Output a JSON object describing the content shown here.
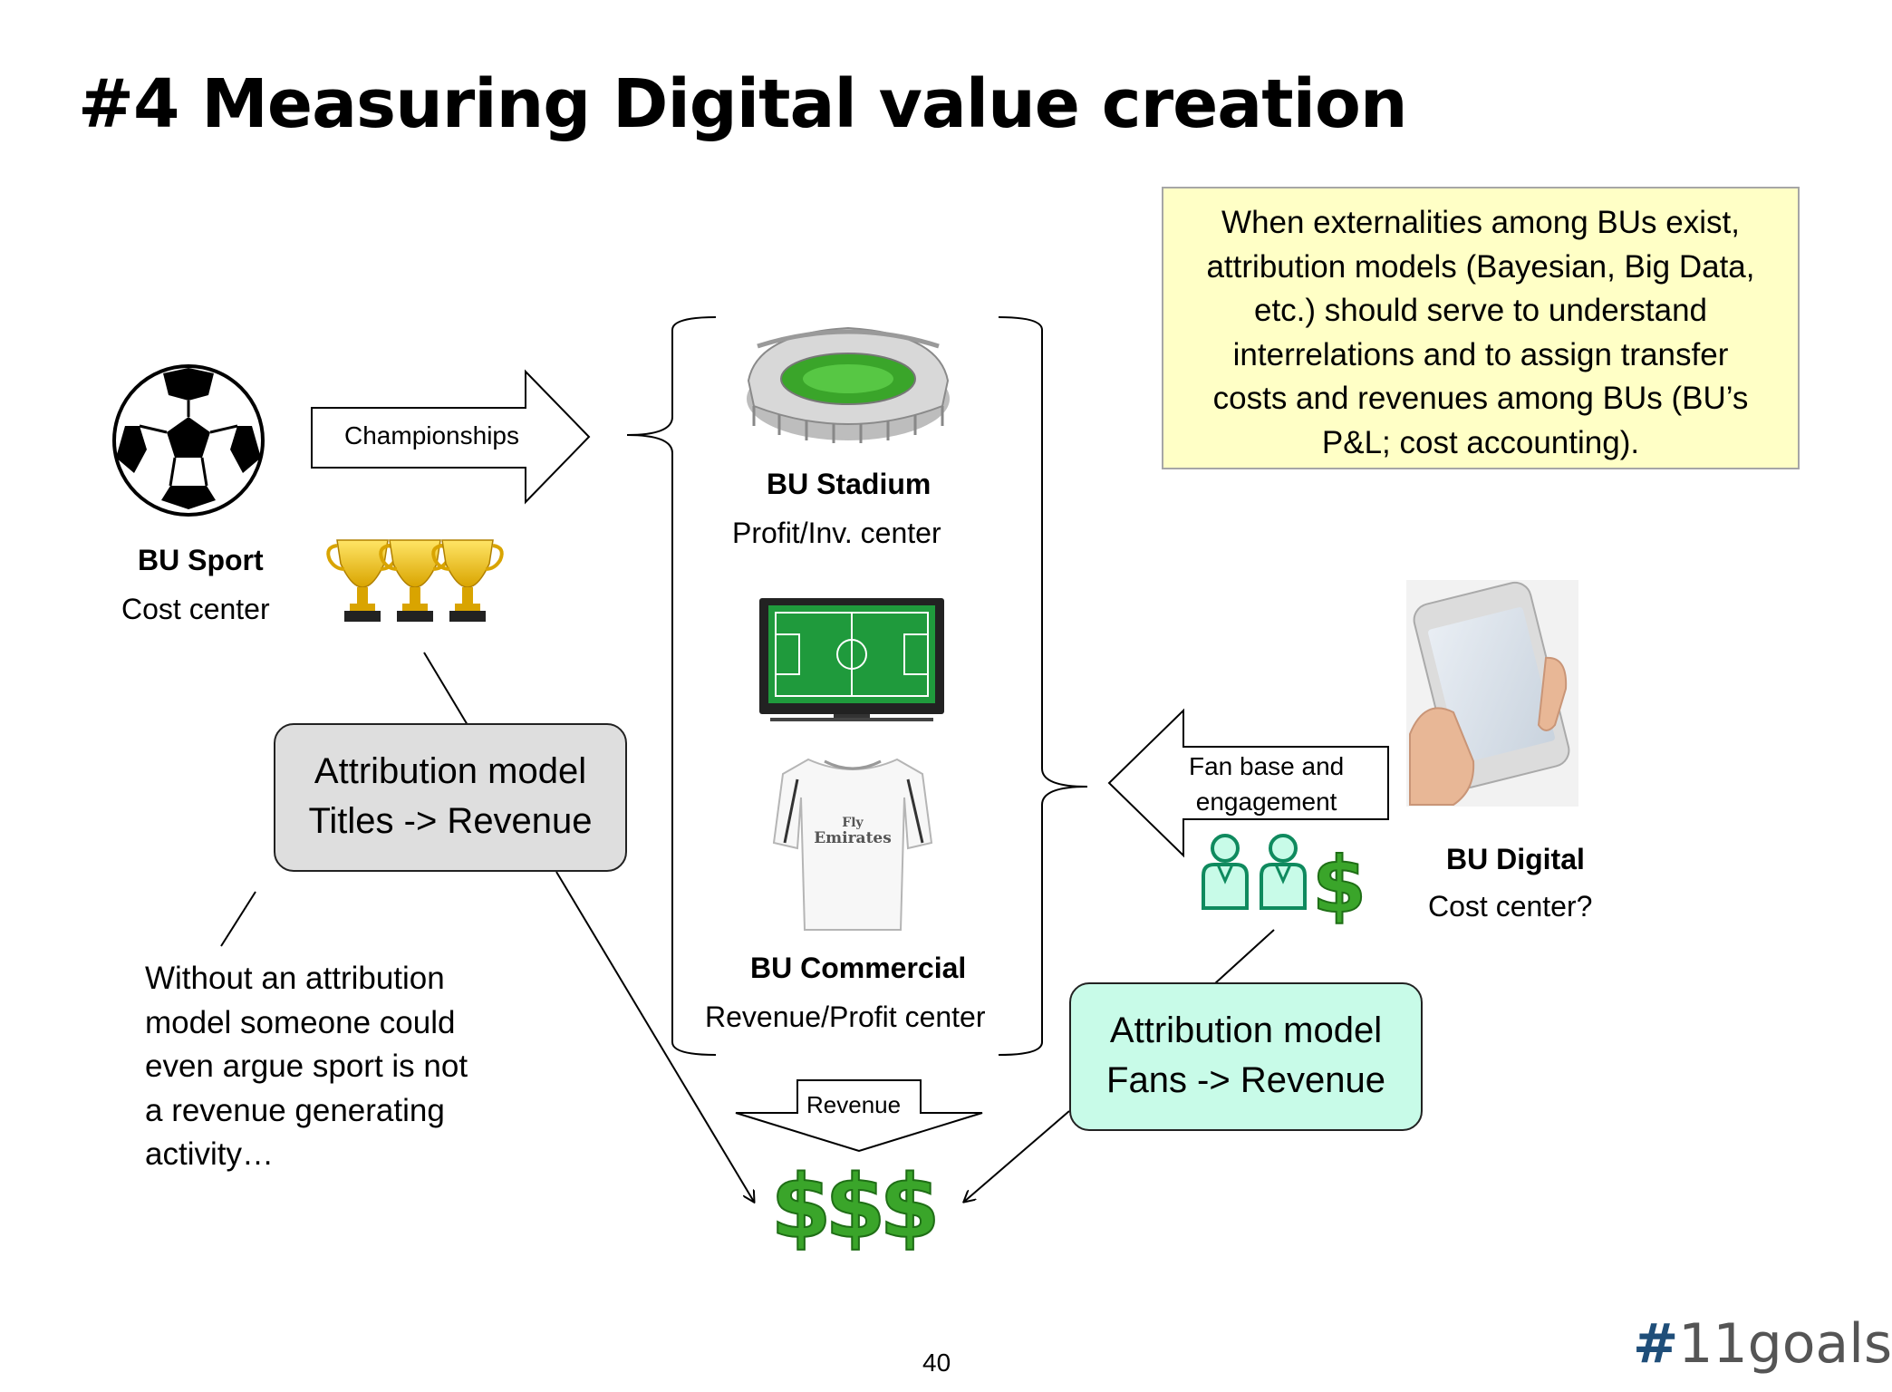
{
  "slide": {
    "title": "#4 Measuring Digital value creation",
    "note_lines": [
      "When externalities among BUs exist,",
      "attribution models (Bayesian, Big Data,",
      "etc.) should serve to understand",
      "interrelations and to assign transfer",
      "costs and revenues among BUs (BU’s",
      "P&L; cost accounting)."
    ],
    "championships_label": "Championships",
    "bu_sport": {
      "name": "BU Sport",
      "role": "Cost center"
    },
    "bu_stadium": {
      "name": "BU Stadium",
      "role": "Profit/Inv. center"
    },
    "bu_commercial": {
      "name": "BU Commercial",
      "role": "Revenue/Profit center"
    },
    "bu_digital": {
      "name": "BU Digital",
      "role": "Cost center?"
    },
    "fan_arrow_lines": [
      "Fan base and",
      "engagement"
    ],
    "revenue_label": "Revenue",
    "model_titles": {
      "line1": "Attribution model",
      "line2": "Titles  -> Revenue"
    },
    "model_fans": {
      "line1": "Attribution model",
      "line2": "Fans -> Revenue"
    },
    "side_note_lines": [
      "Without an attribution",
      "model someone could",
      "even argue sport is not",
      "a revenue generating",
      "activity…"
    ],
    "jersey_text": [
      "Fly",
      "Emirates"
    ],
    "dollar_sign": "$",
    "page_number": "40",
    "logo": {
      "hash": "#",
      "rest": "11goals"
    }
  },
  "colors": {
    "note_bg": "#ffffc6",
    "model_titles_bg": "#dedede",
    "model_fans_bg": "#c8fbe8",
    "dollar_green": "#3aa52a",
    "fan_icon_green": "#0f8a5e",
    "logo_blue": "#1f4e79"
  }
}
